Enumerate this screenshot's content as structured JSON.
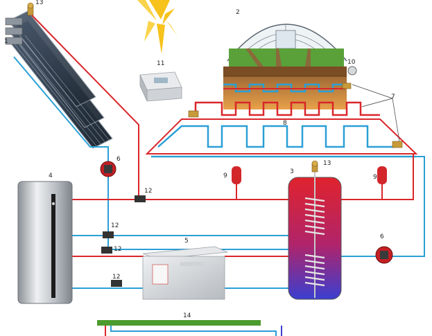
{
  "labels": {
    "collectors": "1",
    "greenhouse": "2",
    "buffer_tank": "3",
    "boiler": "4",
    "heat_pump": "5",
    "pump_top": "6",
    "pump_right": "6",
    "valves_floor": "7",
    "floor_loop": "8",
    "expansion_left": "9",
    "expansion_right": "9",
    "sensor": "10",
    "controller": "11",
    "valve_a": "12",
    "valve_b": "12",
    "valve_c": "12",
    "valve_d": "12",
    "vent_top": "13",
    "vent_tank": "13",
    "ground_loop": "14"
  },
  "colors": {
    "hot": "#d9262b",
    "cold": "#2a9fd6",
    "sun": "#f7c21b",
    "tank_hot": "#e0232d",
    "tank_cold": "#3b3fd0",
    "pump": "#c41f24",
    "expansion": "#d2262b",
    "boiler_body": "#b7bcc2",
    "heatpump_body": "#d5d8db",
    "soil": "#8a5a2b",
    "grass": "#4c9b2e"
  }
}
